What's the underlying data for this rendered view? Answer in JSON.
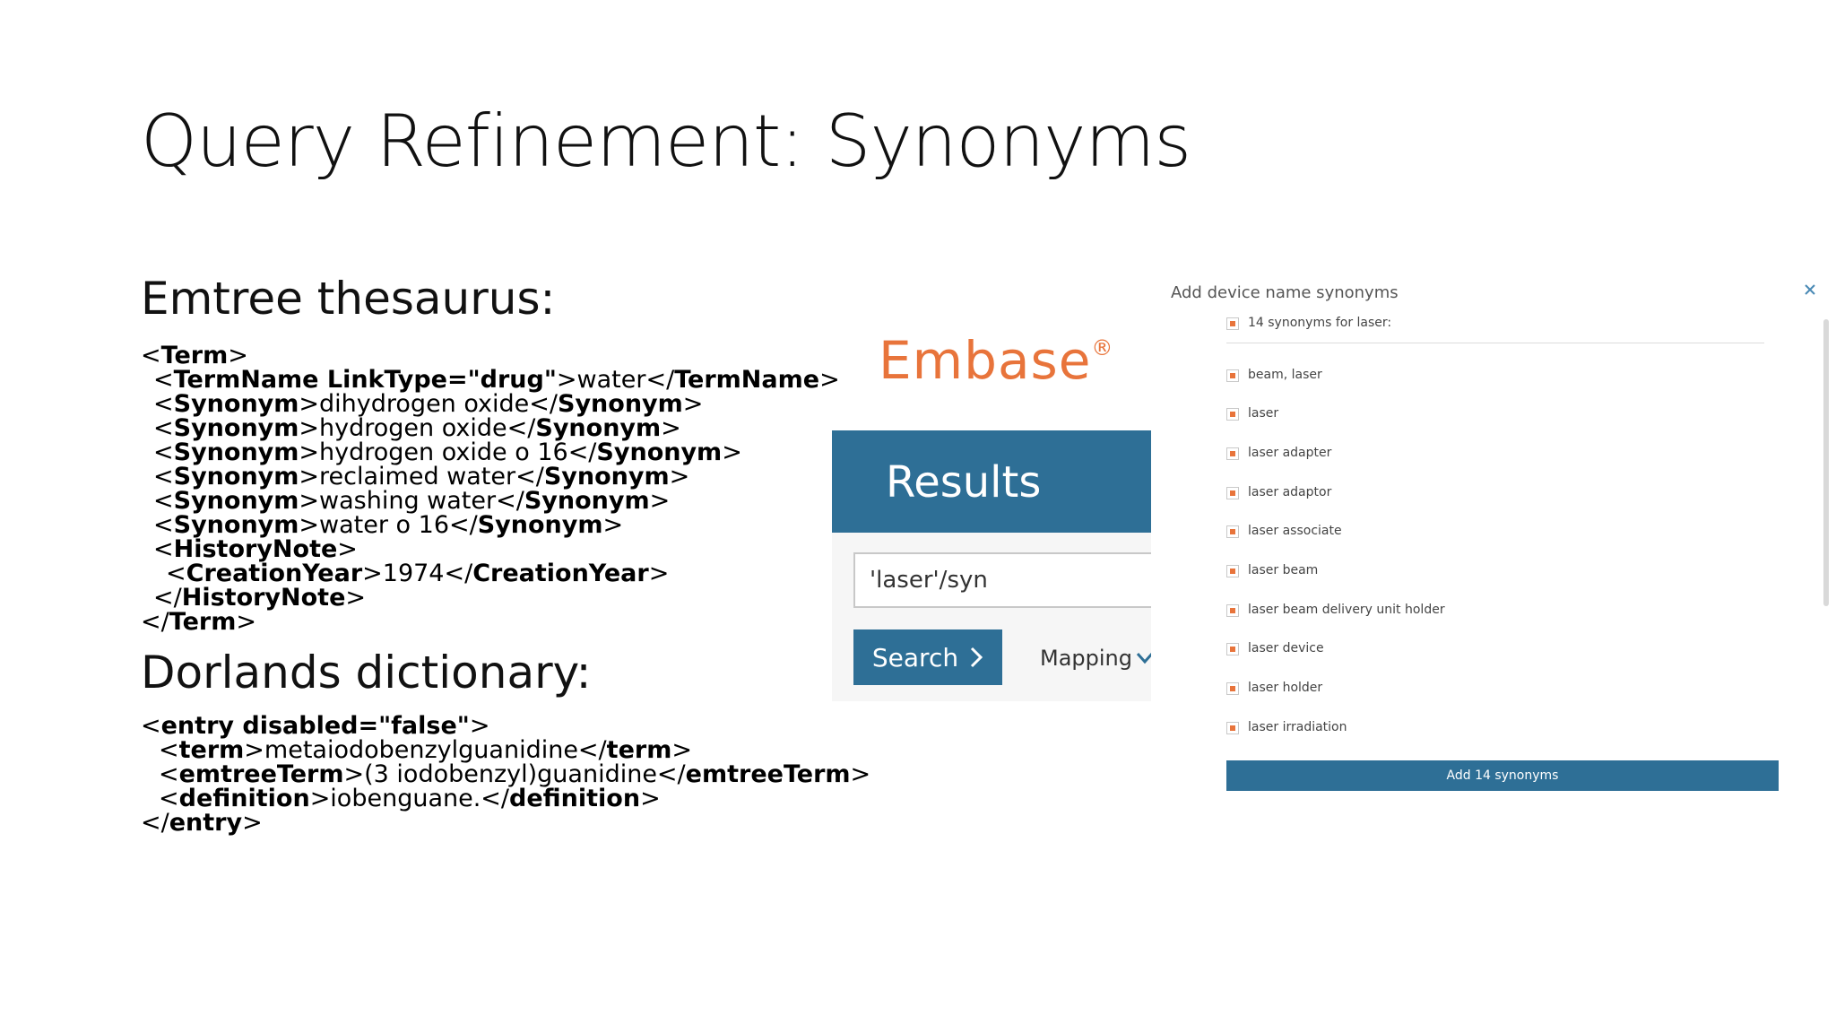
{
  "slide": {
    "title": "Query Refinement: Synonyms"
  },
  "emtree": {
    "heading": "Emtree thesaurus:",
    "lines": [
      {
        "indent": 0,
        "parts": [
          [
            "t",
            "<"
          ],
          [
            "b",
            "Term"
          ],
          [
            "t",
            ">"
          ]
        ]
      },
      {
        "indent": 1,
        "parts": [
          [
            "t",
            "<"
          ],
          [
            "b",
            "TermName LinkType=\"drug\""
          ],
          [
            "t",
            ">water</"
          ],
          [
            "b",
            "TermName"
          ],
          [
            "t",
            ">"
          ]
        ]
      },
      {
        "indent": 1,
        "parts": [
          [
            "t",
            "<"
          ],
          [
            "b",
            "Synonym"
          ],
          [
            "t",
            ">dihydrogen oxide</"
          ],
          [
            "b",
            "Synonym"
          ],
          [
            "t",
            ">"
          ]
        ]
      },
      {
        "indent": 1,
        "parts": [
          [
            "t",
            "<"
          ],
          [
            "b",
            "Synonym"
          ],
          [
            "t",
            ">hydrogen oxide</"
          ],
          [
            "b",
            "Synonym"
          ],
          [
            "t",
            ">"
          ]
        ]
      },
      {
        "indent": 1,
        "parts": [
          [
            "t",
            "<"
          ],
          [
            "b",
            "Synonym"
          ],
          [
            "t",
            ">hydrogen oxide o 16</"
          ],
          [
            "b",
            "Synonym"
          ],
          [
            "t",
            ">"
          ]
        ]
      },
      {
        "indent": 1,
        "parts": [
          [
            "t",
            "<"
          ],
          [
            "b",
            "Synonym"
          ],
          [
            "t",
            ">reclaimed water</"
          ],
          [
            "b",
            "Synonym"
          ],
          [
            "t",
            ">"
          ]
        ]
      },
      {
        "indent": 1,
        "parts": [
          [
            "t",
            "<"
          ],
          [
            "b",
            "Synonym"
          ],
          [
            "t",
            ">washing water</"
          ],
          [
            "b",
            "Synonym"
          ],
          [
            "t",
            ">"
          ]
        ]
      },
      {
        "indent": 1,
        "parts": [
          [
            "t",
            "<"
          ],
          [
            "b",
            "Synonym"
          ],
          [
            "t",
            ">water o 16</"
          ],
          [
            "b",
            "Synonym"
          ],
          [
            "t",
            ">"
          ]
        ]
      },
      {
        "indent": 1,
        "parts": [
          [
            "t",
            "<"
          ],
          [
            "b",
            "HistoryNote"
          ],
          [
            "t",
            ">"
          ]
        ]
      },
      {
        "indent": 2,
        "parts": [
          [
            "t",
            "<"
          ],
          [
            "b",
            "CreationYear"
          ],
          [
            "t",
            ">1974</"
          ],
          [
            "b",
            "CreationYear"
          ],
          [
            "t",
            ">"
          ]
        ]
      },
      {
        "indent": 1,
        "parts": [
          [
            "t",
            "</"
          ],
          [
            "b",
            "HistoryNote"
          ],
          [
            "t",
            ">"
          ]
        ]
      },
      {
        "indent": 0,
        "parts": [
          [
            "t",
            "</"
          ],
          [
            "b",
            "Term"
          ],
          [
            "t",
            ">"
          ]
        ]
      }
    ]
  },
  "dorlands": {
    "heading": "Dorlands dictionary:",
    "lines": [
      {
        "indent": 0,
        "parts": [
          [
            "t",
            "<"
          ],
          [
            "b",
            "entry disabled=\"false\""
          ],
          [
            "t",
            ">"
          ]
        ]
      },
      {
        "indent": 3,
        "parts": [
          [
            "t",
            "<"
          ],
          [
            "b",
            "term"
          ],
          [
            "t",
            ">metaiodobenzylguanidine</"
          ],
          [
            "b",
            "term"
          ],
          [
            "t",
            ">"
          ]
        ]
      },
      {
        "indent": 3,
        "parts": [
          [
            "t",
            "<"
          ],
          [
            "b",
            "emtreeTerm"
          ],
          [
            "t",
            ">(3 iodobenzyl)guanidine</"
          ],
          [
            "b",
            "emtreeTerm"
          ],
          [
            "t",
            ">"
          ]
        ]
      },
      {
        "indent": 3,
        "parts": [
          [
            "t",
            "<"
          ],
          [
            "b",
            "definition"
          ],
          [
            "t",
            ">iobenguane.</"
          ],
          [
            "b",
            "definition"
          ],
          [
            "t",
            ">"
          ]
        ]
      },
      {
        "indent": 0,
        "parts": [
          [
            "t",
            "</"
          ],
          [
            "b",
            "entry"
          ],
          [
            "t",
            ">"
          ]
        ]
      }
    ]
  },
  "embase": {
    "logo_text": "Embase",
    "logo_mark": "®",
    "results_title": "Results",
    "query_value": "'laser'/syn",
    "search_label": "Search",
    "mapping_label": "Mapping",
    "brand_color": "#e8743b",
    "bar_color": "#2e6f96",
    "icons": {
      "search_chevron": "chevron-right-icon",
      "mapping_chevron": "chevron-down-icon"
    }
  },
  "synonyms_dialog": {
    "title": "Add device name synonyms",
    "close_icon": "close-icon",
    "summary_label": "14 synonyms for laser:",
    "items": [
      {
        "label": "beam, laser",
        "checked": true
      },
      {
        "label": "laser",
        "checked": true
      },
      {
        "label": "laser adapter",
        "checked": true
      },
      {
        "label": "laser adaptor",
        "checked": true
      },
      {
        "label": "laser associate",
        "checked": true
      },
      {
        "label": "laser beam",
        "checked": true
      },
      {
        "label": "laser beam delivery unit holder",
        "checked": true
      },
      {
        "label": "laser device",
        "checked": true
      },
      {
        "label": "laser holder",
        "checked": true
      },
      {
        "label": "laser irradiation",
        "checked": true
      }
    ],
    "add_button_label": "Add 14 synonyms"
  }
}
